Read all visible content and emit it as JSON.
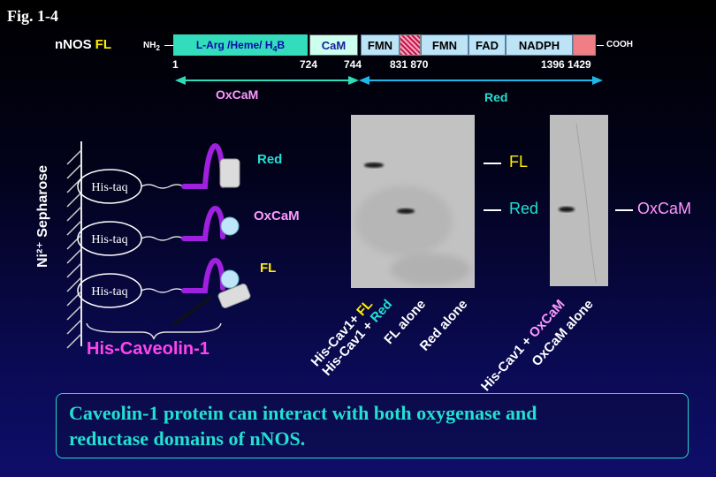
{
  "figure_label": "Fig. 1-4",
  "nnos_schematic": {
    "name": "nNOS",
    "fl_label": "FL",
    "n_terminus": "NH",
    "n_terminus_sub": "2",
    "c_terminus": "COOH",
    "segments": {
      "larg_prefix": "L-Arg /Heme/ H",
      "larg_sub": "4",
      "larg_suffix": "B",
      "cam": "CaM",
      "fmn1": "FMN",
      "fmn2": "FMN",
      "fad": "FAD",
      "nadph": "NADPH"
    },
    "positions": {
      "p1": "1",
      "p724": "724",
      "p744": "744",
      "p831_870": "831 870",
      "p1396_1429": "1396 1429"
    },
    "domains": {
      "oxcam": "OxCaM",
      "red": "Red"
    }
  },
  "pulldown": {
    "bead_label": "Ni²⁺ Sepharose",
    "his_tag_label": "His-taq",
    "constructs": [
      "Red",
      "OxCaM",
      "FL"
    ],
    "caveolin_label": "His-Caveolin-1"
  },
  "blots": {
    "band_labels": [
      "FL",
      "Red",
      "OxCaM"
    ],
    "lanes_left": [
      {
        "prefix": "His-Cav1+ ",
        "highlight": "FL"
      },
      {
        "prefix": "His-Cav1 + ",
        "highlight": "Red"
      },
      {
        "prefix": "FL alone",
        "highlight": ""
      },
      {
        "prefix": "Red alone",
        "highlight": ""
      }
    ],
    "lanes_right": [
      {
        "prefix": "His-Cav1 + ",
        "highlight": "OxCaM"
      },
      {
        "prefix": "OxCaM alone",
        "highlight": ""
      }
    ]
  },
  "caption": {
    "line1": "Caveolin-1 protein can interact with both oxygenase and",
    "line2": "reductase domains of nNOS."
  },
  "colors": {
    "yellow": "#ffee00",
    "cyan": "#22e0d2",
    "magenta": "#ff44ee",
    "lavender": "#ff99ff",
    "teal_domain": "#33ddbb",
    "light_blue_domain": "#bde3f6"
  }
}
